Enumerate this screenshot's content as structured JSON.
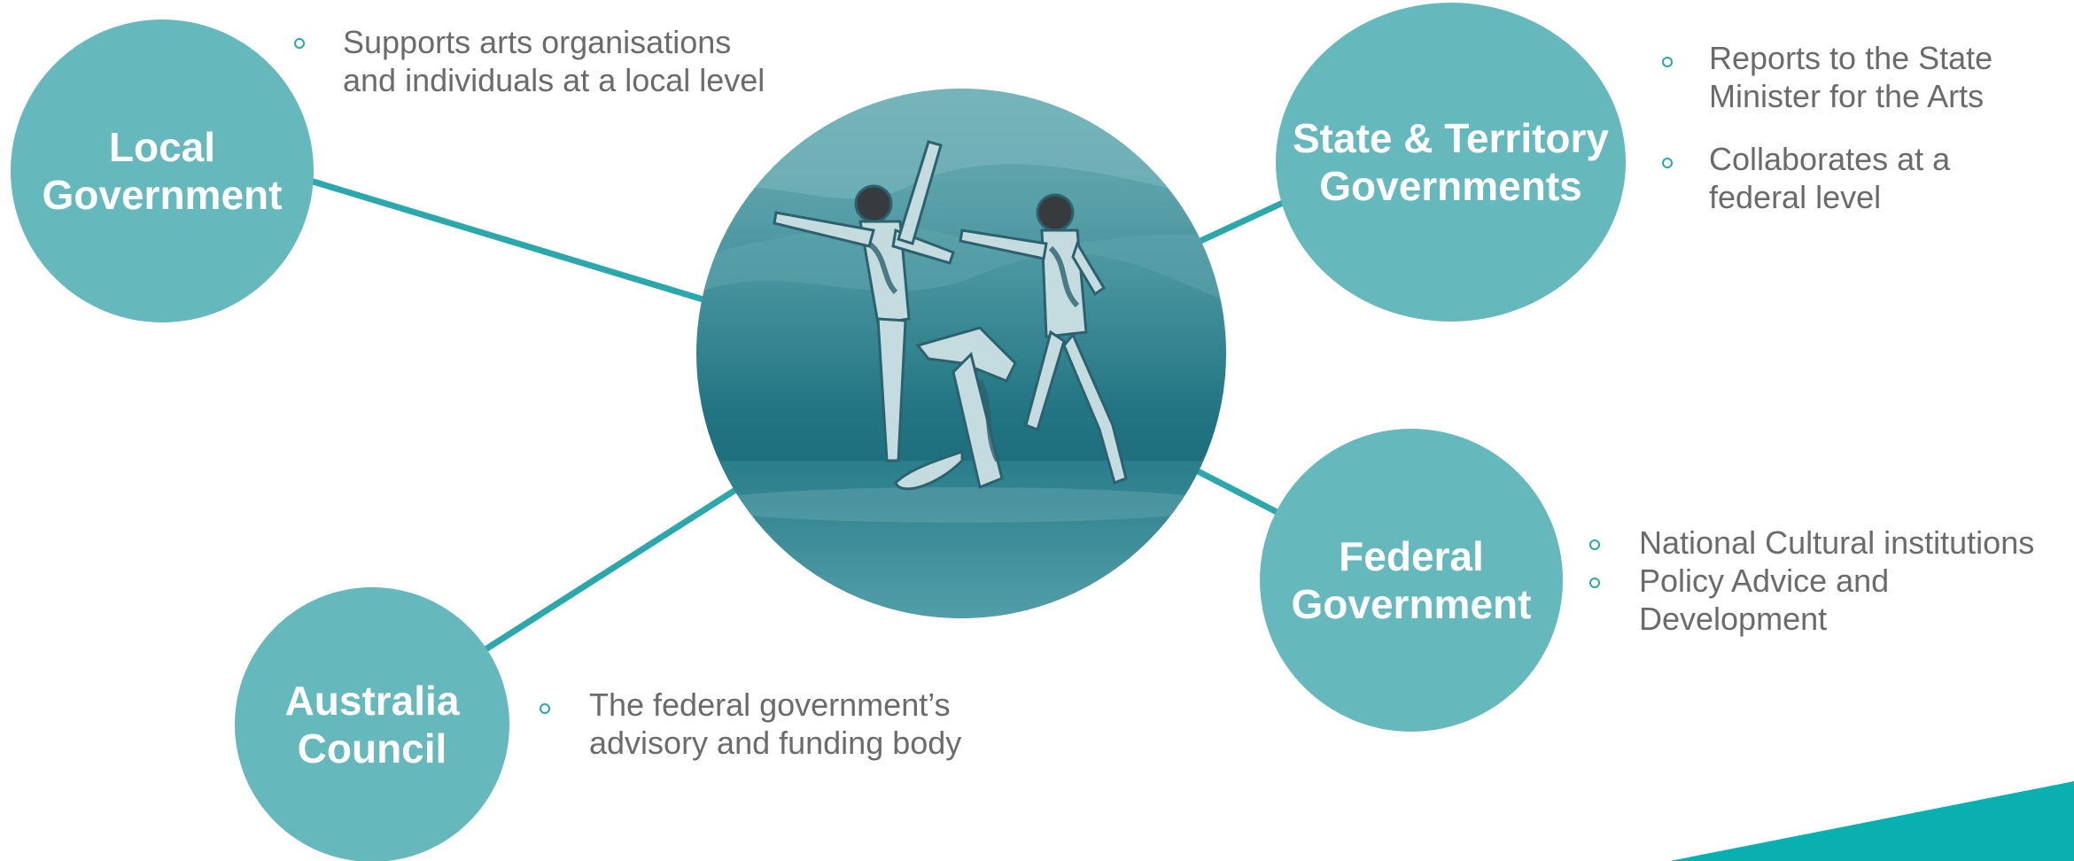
{
  "colors": {
    "node_fill": "#65b8bb",
    "connector": "#2aa8ab",
    "text": "#6b6b6b",
    "bullet": "#2aa8ab",
    "corner_accent": "#0ab0b0"
  },
  "center_image": {
    "description_icon": "dancers-photo"
  },
  "nodes": {
    "local": {
      "label_line1": "Local",
      "label_line2": "Government",
      "bullets": [
        "Supports arts organisations",
        "and individuals at a local level"
      ]
    },
    "state": {
      "label_line1": "State & Territory",
      "label_line2": "Governments",
      "bullets_1_line1": "Reports to the State",
      "bullets_1_line2": "Minister for the Arts",
      "bullets_2_line1": "Collaborates at a",
      "bullets_2_line2": "federal level"
    },
    "federal": {
      "label_line1": "Federal",
      "label_line2": "Government",
      "bullets_1": "National Cultural institutions",
      "bullets_2_line1": "Policy Advice and",
      "bullets_2_line2": "Development"
    },
    "council": {
      "label_line1": "Australia",
      "label_line2": "Council",
      "bullets_line1": "The federal government’s",
      "bullets_line2": "advisory and funding body"
    }
  }
}
